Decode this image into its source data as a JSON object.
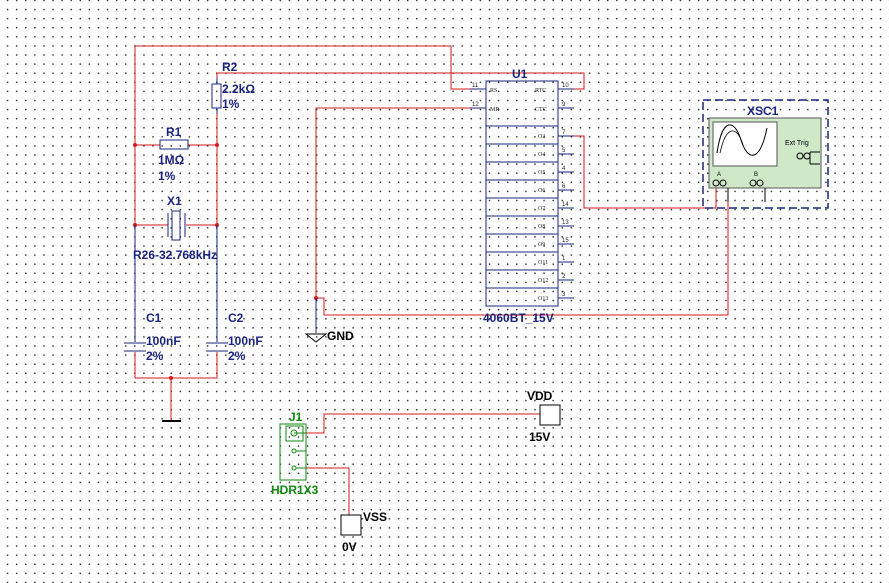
{
  "colors": {
    "wire": "#d41a1a",
    "component": "#1a237e",
    "connector": "#128a12",
    "scope_screen": "#cfe8c7"
  },
  "components": {
    "r1": {
      "ref": "R1",
      "value": "1MΩ",
      "tol": "1%"
    },
    "r2": {
      "ref": "R2",
      "value": "2.2kΩ",
      "tol": "1%"
    },
    "x1": {
      "ref": "X1",
      "value": "R26-32.768kHz"
    },
    "c1": {
      "ref": "C1",
      "value": "100nF",
      "tol": "2%"
    },
    "c2": {
      "ref": "C2",
      "value": "100nF",
      "tol": "2%"
    },
    "u1": {
      "ref": "U1",
      "part": "4060BT_15V",
      "top_pins": [
        {
          "no": "11",
          "name": "RS",
          "side": "left"
        },
        {
          "no": "10",
          "name": "RTC",
          "side": "right"
        },
        {
          "no": "12",
          "name": "MR",
          "side": "left"
        },
        {
          "no": "9",
          "name": "CTC",
          "side": "right"
        }
      ],
      "outputs": [
        {
          "name": "O3",
          "no": "7"
        },
        {
          "name": "O4",
          "no": "5"
        },
        {
          "name": "O5",
          "no": "4"
        },
        {
          "name": "O6",
          "no": "6"
        },
        {
          "name": "O7",
          "no": "14"
        },
        {
          "name": "O8",
          "no": "13"
        },
        {
          "name": "O9",
          "no": "15"
        },
        {
          "name": "O11",
          "no": "1"
        },
        {
          "name": "O12",
          "no": "2"
        },
        {
          "name": "O13",
          "no": "3"
        }
      ]
    },
    "xsc1": {
      "ref": "XSC1",
      "ext_trig": "Ext Trig",
      "ch_a": "A",
      "ch_b": "B"
    },
    "gnd": {
      "label": "GND"
    },
    "j1": {
      "ref": "J1",
      "part": "HDR1X3"
    },
    "vdd": {
      "label": "VDD",
      "value": "15V"
    },
    "vss": {
      "label": "VSS",
      "value": "0V"
    }
  }
}
